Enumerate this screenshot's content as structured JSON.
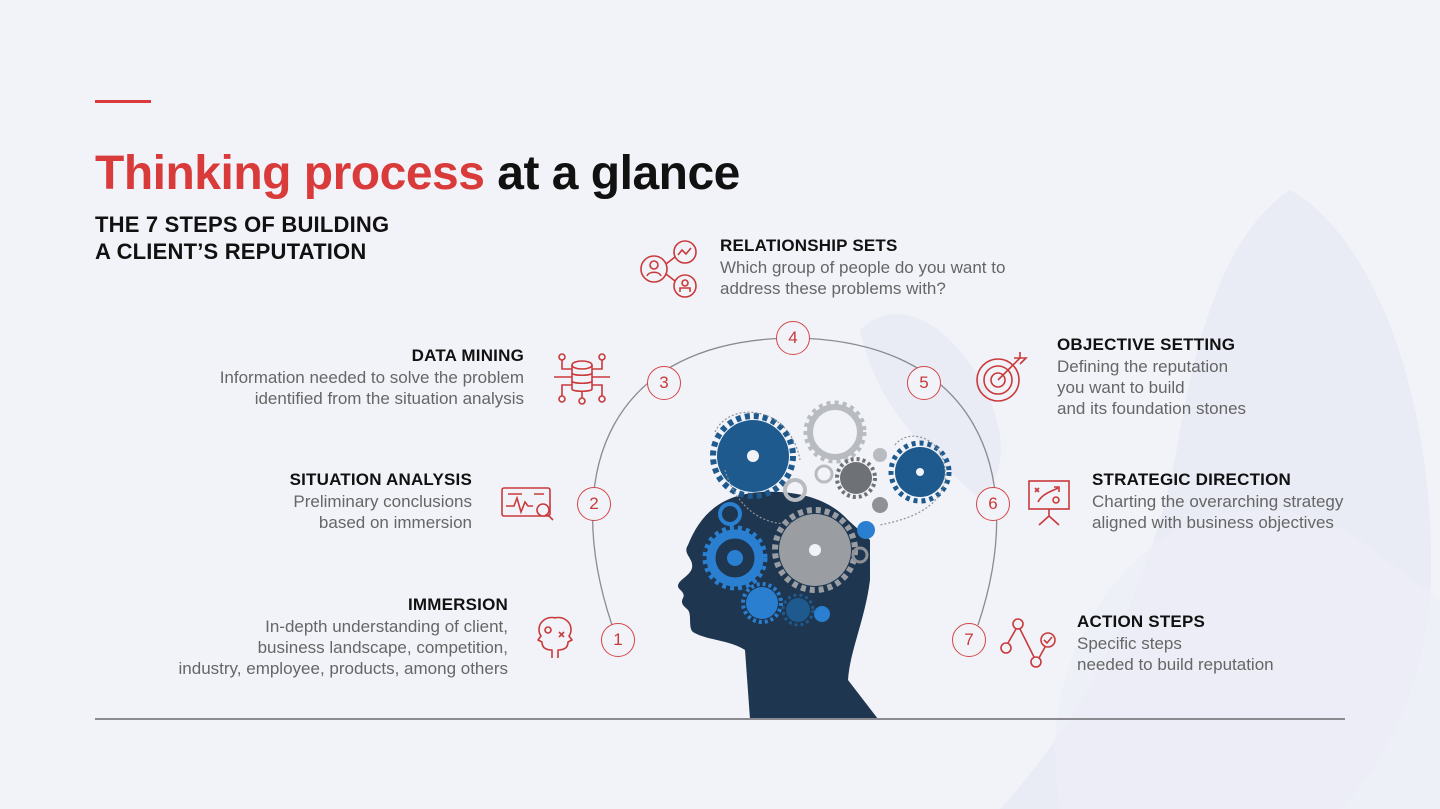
{
  "title": {
    "highlight": "Thinking process",
    "rest": " at a glance"
  },
  "subtitle": {
    "line1": "THE 7 STEPS OF BUILDING",
    "line2": "A CLIENT’S REPUTATION"
  },
  "colors": {
    "accent": "#d93a3a",
    "head": "#1f3650",
    "gear_blue": "#2a7fd0",
    "gear_dark_blue": "#1e5a8e",
    "gear_gray": "#8e9296",
    "background": "#f2f3f9"
  },
  "steps": [
    {
      "number": "1",
      "heading": "IMMERSION",
      "description": "In-depth understanding of client,\nbusiness landscape, competition,\nindustry, employee, products, among others",
      "icon": "head-profiles-icon"
    },
    {
      "number": "2",
      "heading": "SITUATION ANALYSIS",
      "description": "Preliminary conclusions\nbased on immersion",
      "icon": "chart-magnifier-icon"
    },
    {
      "number": "3",
      "heading": "DATA MINING",
      "description": "Information needed to solve the problem\nidentified from the situation analysis",
      "icon": "database-network-icon"
    },
    {
      "number": "4",
      "heading": "RELATIONSHIP SETS",
      "description": "Which group of people do you want to\naddress these problems with?",
      "icon": "people-network-icon"
    },
    {
      "number": "5",
      "heading": "OBJECTIVE SETTING",
      "description": "Defining the reputation\nyou want to build\nand its foundation stones",
      "icon": "target-arrow-icon"
    },
    {
      "number": "6",
      "heading": "STRATEGIC DIRECTION",
      "description": "Charting the overarching strategy\naligned with business objectives",
      "icon": "strategy-board-icon"
    },
    {
      "number": "7",
      "heading": "ACTION STEPS",
      "description": "Specific steps\nneeded to build reputation",
      "icon": "steps-path-icon"
    }
  ]
}
